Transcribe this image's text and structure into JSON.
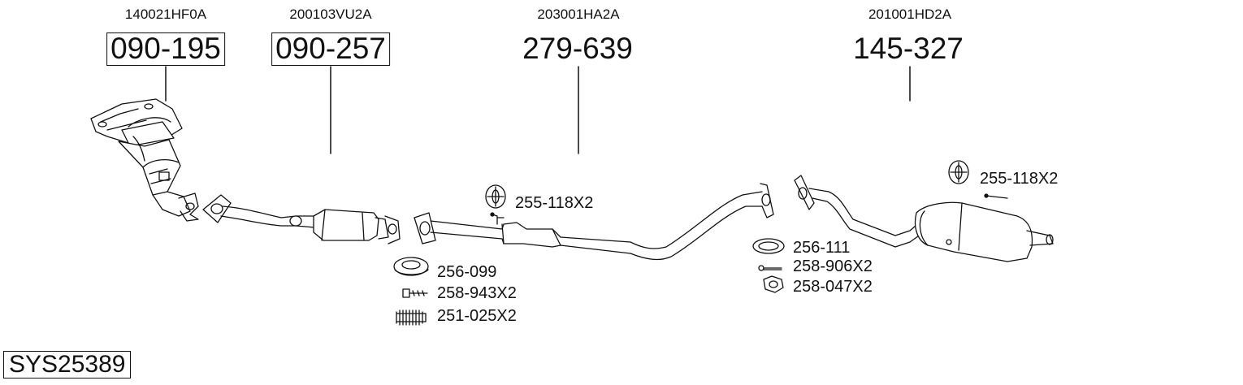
{
  "system_id": "SYS25389",
  "main_parts": [
    {
      "oem": "140021HF0A",
      "part_no": "090-195",
      "boxed": true
    },
    {
      "oem": "200103VU2A",
      "part_no": "090-257",
      "boxed": true
    },
    {
      "oem": "203001HA2A",
      "part_no": "279-639",
      "boxed": false
    },
    {
      "oem": "201001HD2A",
      "part_no": "145-327",
      "boxed": false
    }
  ],
  "accessories": [
    {
      "label": "255-118X2",
      "icon": "rubber-hanger-icon"
    },
    {
      "label": "256-099",
      "icon": "gasket-ring-icon"
    },
    {
      "label": "258-943X2",
      "icon": "bolt-icon"
    },
    {
      "label": "251-025X2",
      "icon": "spring-icon"
    },
    {
      "label": "256-111",
      "icon": "flat-gasket-icon"
    },
    {
      "label": "258-906X2",
      "icon": "bolt-icon"
    },
    {
      "label": "258-047X2",
      "icon": "nut-icon"
    },
    {
      "label": "255-118X2",
      "icon": "rubber-hanger-icon"
    }
  ]
}
